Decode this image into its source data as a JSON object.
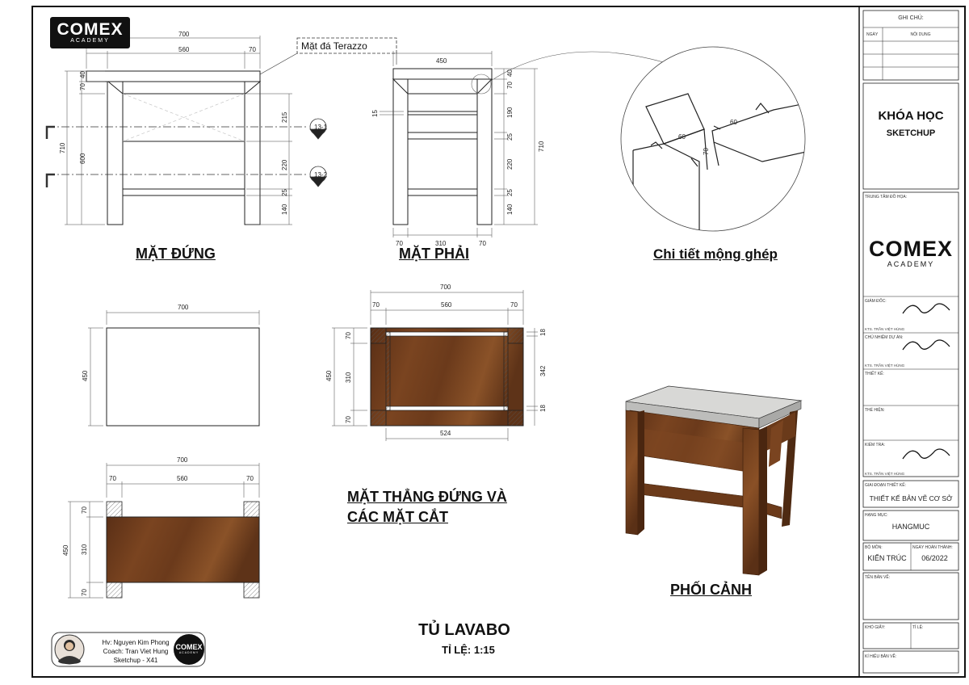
{
  "brand": {
    "logo_main": "COMEX",
    "logo_sub": "ACADEMY"
  },
  "views": {
    "front": "MẶT ĐỨNG",
    "right": "MẶT PHẢI",
    "joint": "Chi tiết mộng ghép",
    "sections": [
      "MẶT THẲNG ĐỨNG VÀ",
      "CÁC MẶT CẮT"
    ],
    "perspective": "PHỐI CẢNH"
  },
  "callouts": {
    "terrazzo": "Mặt đá Terazzo",
    "sec1": "13-1",
    "sec2": "13-2"
  },
  "dims": {
    "front_top": [
      "700",
      "560",
      "70"
    ],
    "front_left": [
      "70",
      "40",
      "710",
      "600"
    ],
    "front_right": [
      "215",
      "220",
      "25",
      "140"
    ],
    "right_top": [
      "450"
    ],
    "right_bottom": [
      "70",
      "310",
      "70"
    ],
    "right_left": [
      "15"
    ],
    "right_inner": [
      "70",
      "40",
      "190",
      "25",
      "220",
      "25",
      "140"
    ],
    "right_outer": [
      "710"
    ],
    "joint": [
      "60",
      "60",
      "70"
    ],
    "plan1": [
      "700",
      "450"
    ],
    "plan2_top": [
      "700",
      "70",
      "560",
      "70"
    ],
    "plan2_left": [
      "450",
      "70",
      "310",
      "70"
    ],
    "plan2_right": [
      "18",
      "342",
      "18"
    ],
    "plan2_bottom": [
      "524"
    ],
    "plan3_top": [
      "700",
      "70",
      "560",
      "70"
    ],
    "plan3_left": [
      "450",
      "70",
      "310",
      "70"
    ]
  },
  "main_title": "TỦ LAVABO",
  "scale": "TỈ LỆ: 1:15",
  "student": {
    "line1": "Hv: Nguyen Kim Phong",
    "line2": "Coach: Tran Viet Hung",
    "line3": "Sketchup - X41"
  },
  "titleblock": {
    "notes_title": "GHI CHÚ:",
    "notes_date": "NGÀY",
    "notes_content": "NỘI DUNG",
    "course_line1": "KHÓA HỌC",
    "course_line2": "SKETCHUP",
    "center_label": "TRUNG TÂM ĐỒ HỌA:",
    "director_label": "GIÁM ĐỐC:",
    "director_name": "KTS. TRẦN VIỆT HÙNG",
    "pm_label": "CHỦ NHIỆM DỰ ÁN:",
    "pm_name": "KTS. TRẦN VIỆT HÙNG",
    "design_label": "THIẾT KẾ:",
    "drawn_label": "THỂ HIỆN:",
    "check_label": "KIỂM TRA:",
    "check_name": "KTS. TRẦN VIỆT HÙNG",
    "phase_label": "GIAI ĐOẠN THIẾT KẾ:",
    "phase_value": "THIẾT KẾ BẢN VẼ CƠ SỞ",
    "item_label": "HẠNG MỤC:",
    "item_value": "HANGMUC",
    "dept_label": "BỘ MÔN:",
    "dept_value": "KIẾN TRÚC",
    "date_label": "NGÀY HOÀN THÀNH:",
    "date_value": "06/2022",
    "name_label": "TÊN BẢN VẼ:",
    "paper_label": "KHỔ GIẤY:",
    "ratio_label": "TỈ LỆ:",
    "code_label": "KÍ HIỆU BẢN VẼ:",
    "signature": "Hung"
  }
}
